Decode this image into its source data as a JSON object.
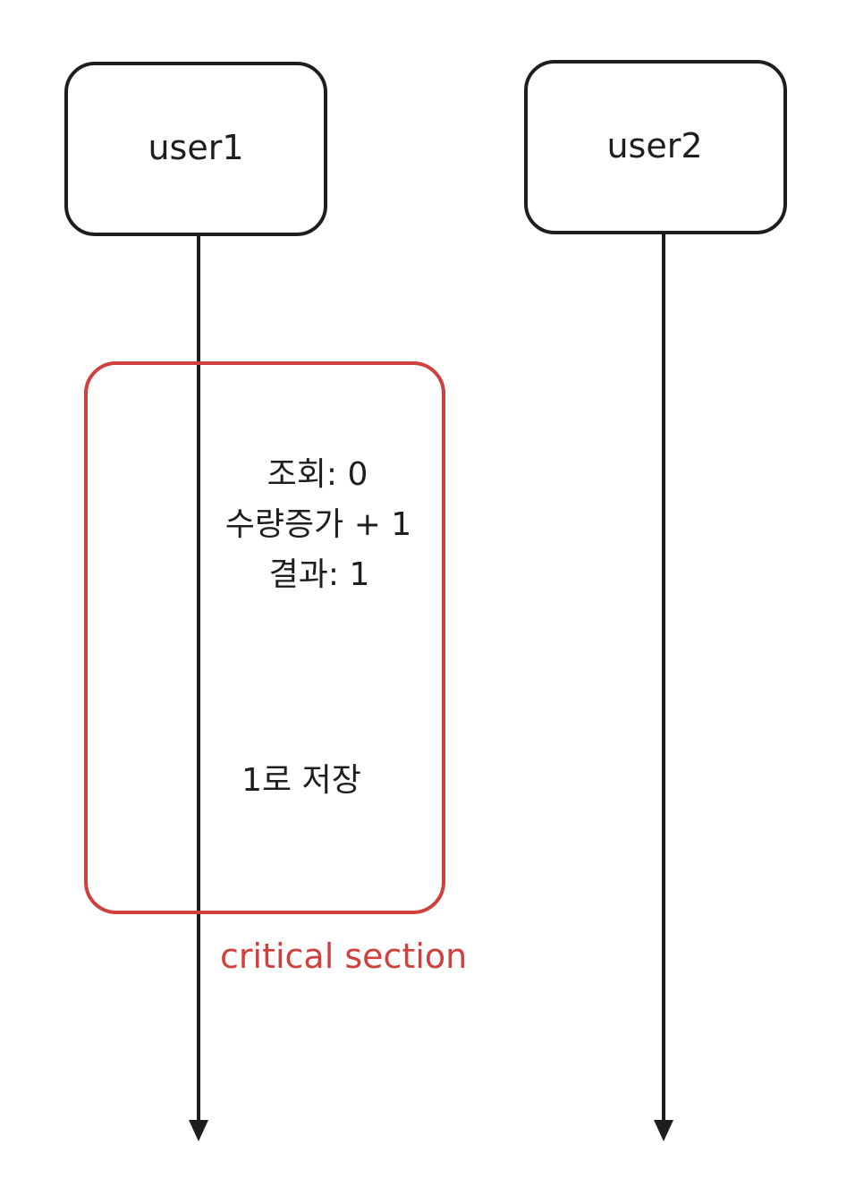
{
  "actors": [
    {
      "id": "user1",
      "label": "user1"
    },
    {
      "id": "user2",
      "label": "user2"
    }
  ],
  "critical_section": {
    "label": "critical section",
    "steps": [
      "조회: 0",
      "수량증가 + 1",
      "결과: 1",
      "1로 저장"
    ]
  },
  "colors": {
    "ink": "#1e1e1e",
    "critical": "#d0403c",
    "background": "#ffffff"
  }
}
